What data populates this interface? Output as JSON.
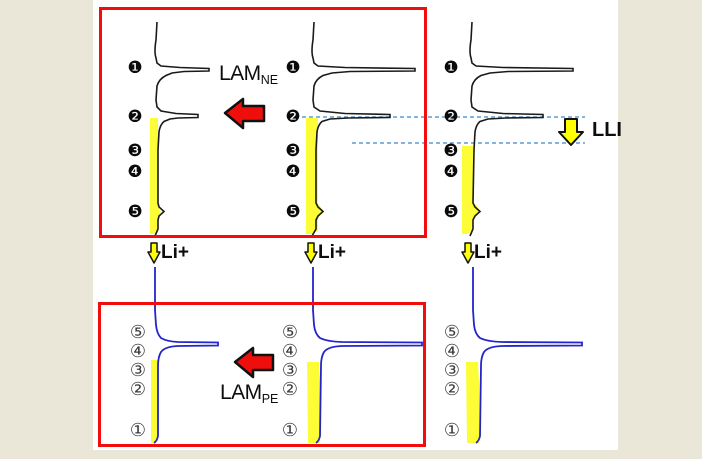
{
  "figure": {
    "lam_ne": {
      "main": "LAM",
      "sub": "NE"
    },
    "lam_pe": {
      "main": "LAM",
      "sub": "PE"
    },
    "lli": "LLI",
    "li": "Li+"
  },
  "markers": {
    "filled_top_to_bottom": [
      "❶",
      "❷",
      "❸",
      "❹",
      "❺"
    ],
    "outlined_top_to_bottom": [
      "⑤",
      "④",
      "③",
      "②",
      "①"
    ]
  },
  "colors": {
    "background": "#eae7d8",
    "panel": "#ffffff",
    "highlight_box_red": "#f20d0d",
    "arrow_red_fill": "#ee0f0d",
    "arrow_yellow_fill": "#ffff00",
    "band_yellow": "#fdfd37",
    "curve_top_black": "#1a1a1a",
    "curve_bottom_blue": "#2424cc",
    "dashed_line_blue": "#5b9bd5"
  }
}
